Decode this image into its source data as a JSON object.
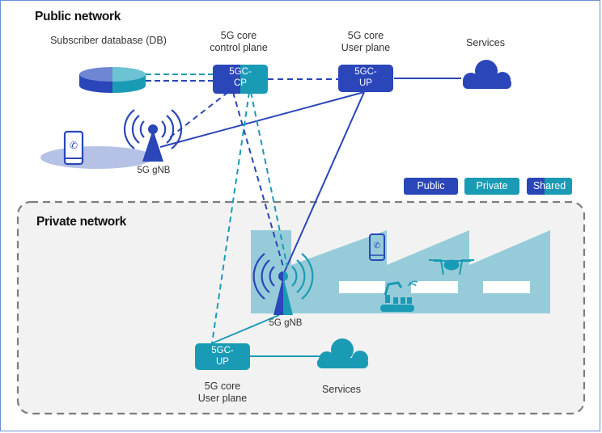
{
  "public_network": {
    "title": "Public network",
    "db_label": "Subscriber database (DB)",
    "cp_label_line1": "5G core",
    "cp_label_line2": "control plane",
    "cp_box_line1": "5GC-",
    "cp_box_line2": "CP",
    "up_label_line1": "5G core",
    "up_label_line2": "User plane",
    "up_box_line1": "5GC-",
    "up_box_line2": "UP",
    "services_label": "Services",
    "gnb_label": "5G gNB"
  },
  "legend": {
    "public": "Public",
    "private": "Private",
    "shared": "Shared"
  },
  "private_network": {
    "title": "Private network",
    "gnb_label": "5G gNB",
    "up_box_line1": "5GC-",
    "up_box_line2": "UP",
    "up_label_line1": "5G core",
    "up_label_line2": "User plane",
    "services_label": "Services"
  },
  "colors": {
    "public": "#2a46b8",
    "private": "#1a9bb5",
    "factory": "#96ccd9",
    "private_bg": "#f2f2f2",
    "border": "#7d7d7d"
  }
}
